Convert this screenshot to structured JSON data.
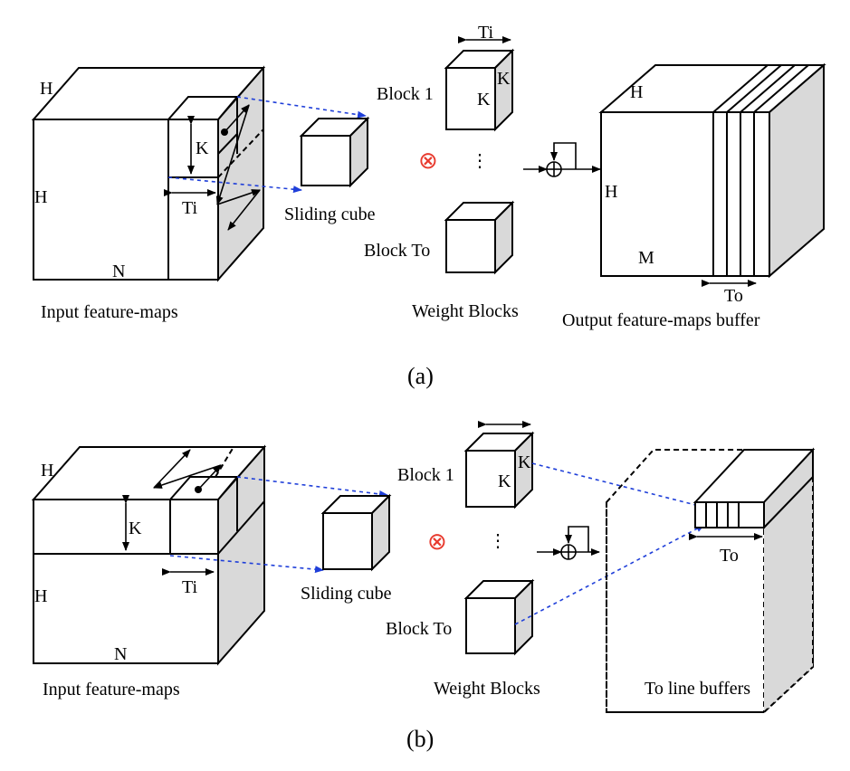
{
  "panel_a": {
    "caption": "(a)",
    "input": {
      "label": "Input feature-maps",
      "h_top": "H",
      "h_side": "H",
      "n": "N",
      "k": "K",
      "ti": "Ti"
    },
    "sliding_cube": "Sliding cube",
    "weights": {
      "ti": "Ti",
      "block1": "Block 1",
      "k_side": "K",
      "k_front": "K",
      "dots": "⋮",
      "block_to": "Block To",
      "label": "Weight Blocks"
    },
    "operator": "⊗",
    "output": {
      "h_top": "H",
      "h_side": "H",
      "m": "M",
      "to": "To",
      "label": "Output feature-maps buffer"
    }
  },
  "panel_b": {
    "caption": "(b)",
    "input": {
      "label": "Input feature-maps",
      "h_top": "H",
      "h_side": "H",
      "n": "N",
      "k": "K",
      "ti": "Ti"
    },
    "sliding_cube": "Sliding cube",
    "weights": {
      "block1": "Block 1",
      "k_side": "K",
      "k_front": "K",
      "dots": "⋮",
      "block_to": "Block To",
      "label": "Weight Blocks"
    },
    "operator": "⊗",
    "output": {
      "to": "To",
      "label": "To line buffers"
    }
  },
  "colors": {
    "operator": "#e83a2e",
    "projection": "#1f3fd9",
    "side_face": "#d9d9d9"
  }
}
